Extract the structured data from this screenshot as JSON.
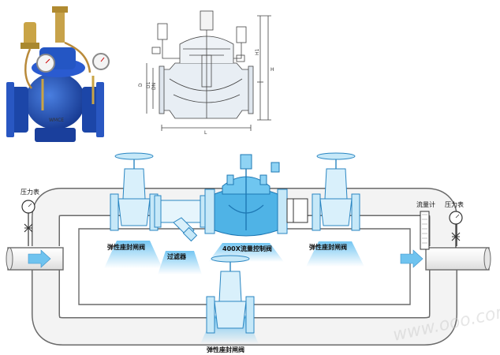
{
  "labels": {
    "pressure_gauge_left": "压力表",
    "pressure_gauge_right": "压力表",
    "flow_meter": "流量计",
    "gate_valve_left": "弹性座封闸阀",
    "filter": "过滤器",
    "control_valve": "400X流量控制阀",
    "gate_valve_right": "弹性座封闸阀",
    "gate_valve_bottom": "弹性座封闸阀"
  },
  "dimensions": {
    "d": "D",
    "d1": "D1",
    "dn": "DN",
    "l": "L",
    "h": "H",
    "h1": "H1"
  },
  "watermark": "www.ooo.com",
  "colors": {
    "pipe_outline": "#707070",
    "pipe_fill": "#f4f4f4",
    "valve_blue": "#4fb3e6",
    "valve_light": "#c6e8f8",
    "valve_dark_blue": "#1f4fa8",
    "arrow_blue": "#6fc3ef"
  }
}
